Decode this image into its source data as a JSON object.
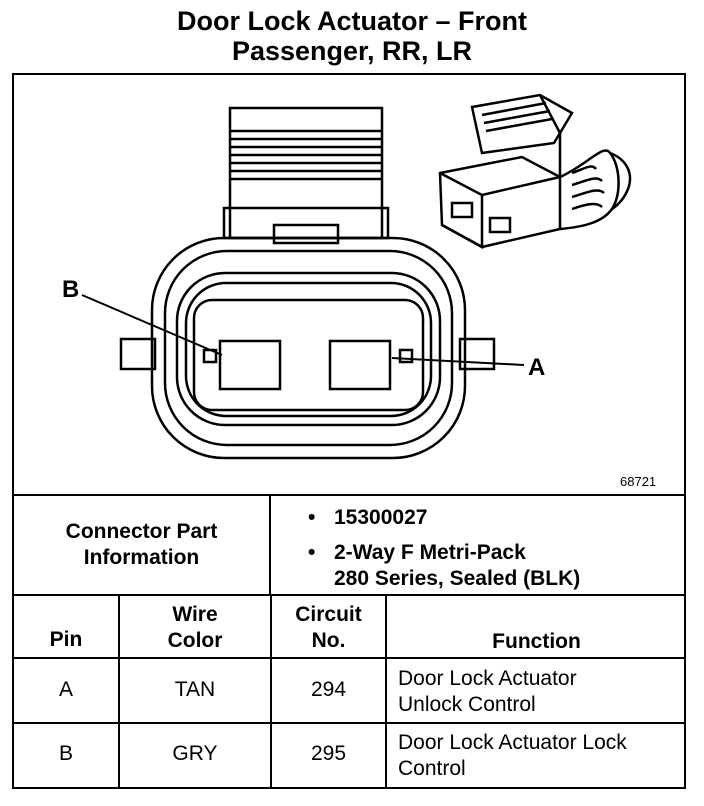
{
  "title": {
    "line1": "Door Lock Actuator – Front",
    "line2": "Passenger, RR, LR"
  },
  "diagram": {
    "label_b": "B",
    "label_a": "A",
    "figure_number": "68721"
  },
  "connector_info": {
    "label_line1": "Connector Part",
    "label_line2": "Information",
    "bullet": "•",
    "part_number": "15300027",
    "description_line1": "2-Way F Metri-Pack",
    "description_line2": "280 Series, Sealed (BLK)"
  },
  "table": {
    "headers": {
      "pin": "Pin",
      "wire_color_line1": "Wire",
      "wire_color_line2": "Color",
      "circuit_line1": "Circuit",
      "circuit_line2": "No.",
      "function": "Function"
    },
    "rows": [
      {
        "pin": "A",
        "wire_color": "TAN",
        "circuit": "294",
        "function_line1": "Door Lock Actuator",
        "function_line2": "Unlock Control"
      },
      {
        "pin": "B",
        "wire_color": "GRY",
        "circuit": "295",
        "function_line1": "Door Lock Actuator Lock",
        "function_line2": "Control"
      }
    ]
  }
}
